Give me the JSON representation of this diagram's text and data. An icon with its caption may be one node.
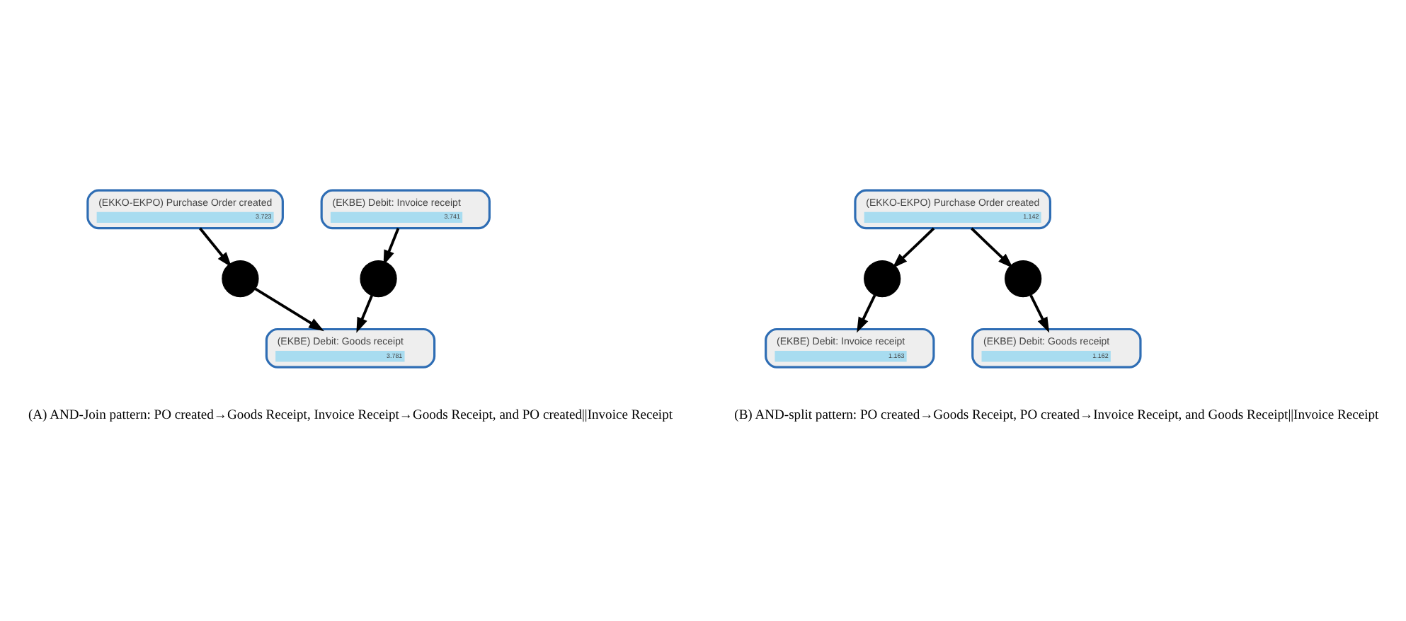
{
  "diagram": {
    "nodes": [
      {
        "text": [
          "(EKKO-EKPO) Purchase Order created",
          "3.723"
        ]
      },
      {
        "text": [
          "(EKBE) Debit: Invoice receipt",
          "3.741"
        ]
      },
      {
        "text": [],
        "shape": "circle"
      },
      {
        "text": [],
        "shape": "circle"
      },
      {
        "text": [
          "(EKBE) Debit: Goods receipt",
          "3.781"
        ]
      },
      {
        "text": [
          "(EKKO-EKPO) Purchase Order created",
          "1.142"
        ]
      },
      {
        "text": [],
        "shape": "circle"
      },
      {
        "text": [
          "(EKBE) Debit: Invoice receipt",
          "1.163"
        ]
      },
      {
        "text": [],
        "shape": "circle"
      },
      {
        "text": [
          "(EKBE) Debit: Goods receipt",
          "1.162"
        ]
      }
    ],
    "edges": [
      {
        "from": 0,
        "to": 2,
        "arrow": "to"
      },
      {
        "from": 2,
        "to": 4,
        "arrow": "to"
      },
      {
        "from": 1,
        "to": 3,
        "arrow": "to"
      },
      {
        "from": 3,
        "to": 4,
        "arrow": "to"
      },
      {
        "from": 5,
        "to": 6,
        "arrow": "to"
      },
      {
        "from": 6,
        "to": 7,
        "arrow": "to"
      },
      {
        "from": 5,
        "to": 8,
        "arrow": "to"
      },
      {
        "from": 8,
        "to": 9,
        "arrow": "to"
      }
    ],
    "labels": [
      "(A) AND-Join pattern: PO created→Goods Receipt, Invoice Receipt→Goods Receipt, and PO created||Invoice Receipt",
      "(B) AND-split pattern: PO created→Goods Receipt, PO created→Invoice Receipt, and Goods Receipt||Invoice Receipt"
    ]
  }
}
